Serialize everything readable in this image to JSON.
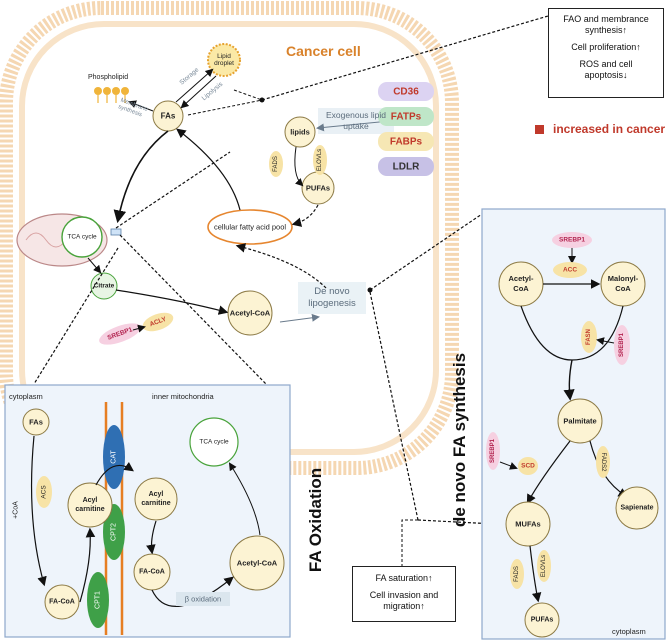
{
  "cell": {
    "title": "Cancer cell",
    "membrane": "Phospholipid",
    "droplet": "Lipid droplet",
    "storage": "Storage",
    "lipolysis": "Lipolysis",
    "membrane_synthesis": "Membrane synthesis",
    "fas": "FAs",
    "tca": "TCA cycle",
    "citrate": "Citrate",
    "srebp1": "SREBP1",
    "acly": "ACLY",
    "acetyl_coa": "Acetyl-CoA",
    "pool": "cellular fatty acid pool",
    "de_novo": "De novo lipogenesis",
    "lipids": "lipids",
    "fads": "FADS",
    "elovls": "ELOVLs",
    "pufas": "PUFAs",
    "exogenous": "Exogenous lipid uptake",
    "transporters": [
      "CD36",
      "FATPs",
      "FABPs",
      "LDLR"
    ]
  },
  "fao_box": {
    "lines": [
      "FAO and membrance synthesis↑",
      "Cell proliferation↑",
      "ROS and cell apoptosis↓"
    ]
  },
  "legend": {
    "text": "increased in cancer",
    "color": "#c0392b"
  },
  "oxidation": {
    "title": "FA Oxidation",
    "cytoplasm": "cytoplasm",
    "inner_mito": "inner mitochondria",
    "fas": "FAs",
    "coa": "+CoA",
    "acs": "ACS",
    "fa_coa_left": "FA-CoA",
    "cat": "CAT",
    "cpt1": "CPT1",
    "cpt2": "CPT2",
    "acyl_left": "Acyl carnitine",
    "acyl_right": "Acyl carnitine",
    "fa_coa_right": "FA-CoA",
    "beta": "β oxidation",
    "acetyl_coa": "Acetyl-CoA",
    "tca": "TCA cycle"
  },
  "synthesis": {
    "title": "de novo FA synthesis",
    "srebp1_top": "SREBP1",
    "acc": "ACC",
    "acetyl_coa": "Acetyl-CoA",
    "malonyl_coa": "Malonyl-CoA",
    "fasn": "FASN",
    "srebp1_mid": "SREBP1",
    "palmitate": "Palmitate",
    "srebp1_left": "SREBP1",
    "scd": "SCD",
    "fads2": "FADS2",
    "mufas": "MUFAs",
    "sapienate": "Sapienate",
    "fads": "FADS",
    "elovls": "ELOVLs",
    "pufas": "PUFAs",
    "cytoplasm": "cytoplasm"
  },
  "mufa_box": {
    "lines": [
      "FA saturation↑",
      "Cell invasion and migration↑"
    ]
  }
}
